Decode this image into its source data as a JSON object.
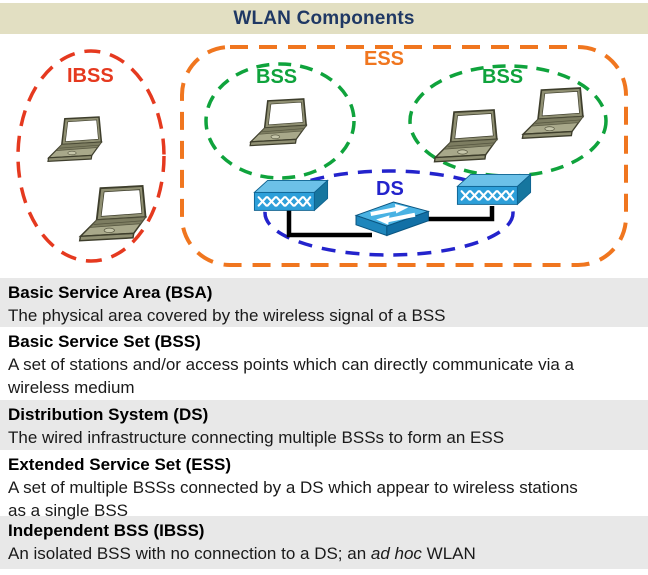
{
  "title": "WLAN Components",
  "colors": {
    "title_bg": "#e2dfc2",
    "title_text": "#1f3864",
    "ibss_red": "#e5391f",
    "ess_orange": "#f0761f",
    "bss_green": "#0fa33c",
    "ds_blue": "#2323cc",
    "row_gray": "#e8e8e8",
    "device_blue": "#2d9fd9"
  },
  "diagram": {
    "labels": {
      "ibss": "IBSS",
      "ess": "ESS",
      "bss_left": "BSS",
      "bss_right": "BSS",
      "ds": "DS"
    }
  },
  "definitions": [
    {
      "heading": "Basic Service Area (BSA)",
      "description": "The physical area covered by the wireless signal of a BSS"
    },
    {
      "heading": "Basic Service Set (BSS)",
      "description": "A set of stations and/or access points which can directly communicate via a wireless medium"
    },
    {
      "heading": "Distribution System (DS)",
      "description": "The wired infrastructure connecting multiple BSSs to form an ESS"
    },
    {
      "heading": "Extended Service Set (ESS)",
      "description": "A set of multiple BSSs connected by a DS which appear to wireless stations as a single BSS"
    },
    {
      "heading": "Independent BSS (IBSS)",
      "description_pre": "An isolated BSS with no connection to a DS; an ",
      "description_italic": "ad hoc",
      "description_post": " WLAN"
    }
  ]
}
